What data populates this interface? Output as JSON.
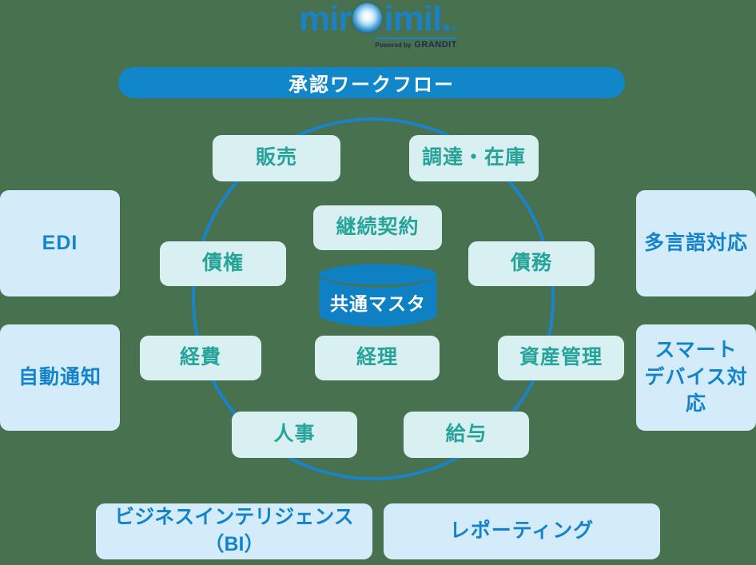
{
  "logo": {
    "brand_prefix": "mir",
    "brand_suffix": "imil.",
    "registered_mark": "®",
    "powered_by": "Powered by",
    "powered_brand": "GRANDIT",
    "sphere_icon": "glowing-globe-icon"
  },
  "banner": {
    "label": "承認ワークフロー"
  },
  "core_database": {
    "label": "共通マスタ"
  },
  "inner_modules": [
    {
      "id": "sales",
      "label": "販売"
    },
    {
      "id": "procurement-inventory",
      "label": "調達・在庫"
    },
    {
      "id": "recurring-contract",
      "label": "継続契約"
    },
    {
      "id": "receivables",
      "label": "債権"
    },
    {
      "id": "payables",
      "label": "債務"
    },
    {
      "id": "expenses",
      "label": "経費"
    },
    {
      "id": "accounting",
      "label": "経理"
    },
    {
      "id": "asset-management",
      "label": "資産管理"
    },
    {
      "id": "hr",
      "label": "人事"
    },
    {
      "id": "payroll",
      "label": "給与"
    }
  ],
  "outer_features": [
    {
      "id": "edi",
      "label": "EDI"
    },
    {
      "id": "multilingual",
      "label": "多言語対応"
    },
    {
      "id": "auto-notification",
      "label": "自動通知"
    },
    {
      "id": "smart-device",
      "label": "スマート\nデバイス対応"
    },
    {
      "id": "business-intelligence",
      "label": "ビジネスインテリジェンス（BI）"
    },
    {
      "id": "reporting",
      "label": "レポーティング"
    }
  ],
  "colors": {
    "background": "#47714f",
    "banner_blue": "#1187c9",
    "circle_stroke": "#1b84c9",
    "cylinder_blue": "#0f80c3",
    "inner_box_bg": "#d8f0f1",
    "inner_box_text": "#27a39a",
    "outer_box_bg": "#d4ecfa",
    "outer_box_text": "#1583c9",
    "logo_blue": "#1b80c4"
  }
}
